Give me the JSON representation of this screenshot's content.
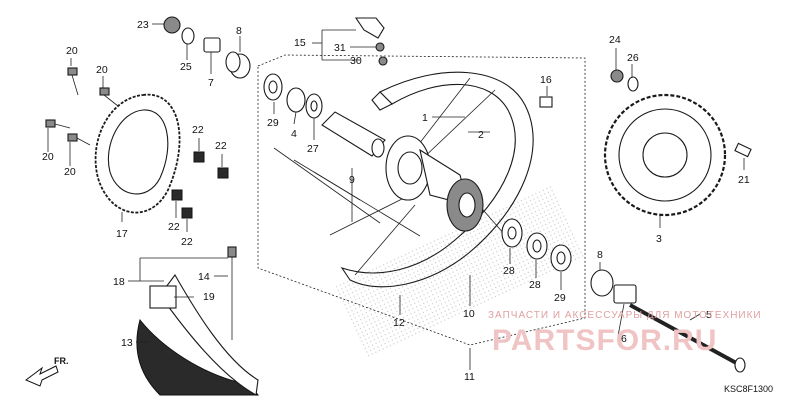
{
  "diagram": {
    "code": "KSC8F1300",
    "direction": "FR.",
    "watermark_line": "ЗАПЧАСТИ И АКСЕССУАРЫ ДЛЯ МОТОТЕХНИКИ",
    "watermark_brand": "PARTSFOR.RU",
    "callouts": [
      "1",
      "2",
      "3",
      "4",
      "5",
      "6",
      "7",
      "8",
      "9",
      "10",
      "11",
      "12",
      "13",
      "14",
      "15",
      "16",
      "17",
      "18",
      "19",
      "20",
      "21",
      "22",
      "23",
      "24",
      "25",
      "26",
      "27",
      "28",
      "29",
      "30",
      "31"
    ],
    "labels": [
      {
        "id": "c23",
        "text": "23"
      },
      {
        "id": "c25",
        "text": "25"
      },
      {
        "id": "c7",
        "text": "7"
      },
      {
        "id": "c8a",
        "text": "8"
      },
      {
        "id": "c15",
        "text": "15"
      },
      {
        "id": "c31",
        "text": "31"
      },
      {
        "id": "c30",
        "text": "30"
      },
      {
        "id": "c20a",
        "text": "20"
      },
      {
        "id": "c20b",
        "text": "20"
      },
      {
        "id": "c20c",
        "text": "20"
      },
      {
        "id": "c20d",
        "text": "20"
      },
      {
        "id": "c17",
        "text": "17"
      },
      {
        "id": "c22a",
        "text": "22"
      },
      {
        "id": "c22b",
        "text": "22"
      },
      {
        "id": "c22c",
        "text": "22"
      },
      {
        "id": "c22d",
        "text": "22"
      },
      {
        "id": "c29a",
        "text": "29"
      },
      {
        "id": "c4",
        "text": "4"
      },
      {
        "id": "c27",
        "text": "27"
      },
      {
        "id": "c9",
        "text": "9"
      },
      {
        "id": "c1",
        "text": "1"
      },
      {
        "id": "c2",
        "text": "2"
      },
      {
        "id": "c16",
        "text": "16"
      },
      {
        "id": "c24",
        "text": "24"
      },
      {
        "id": "c26",
        "text": "26"
      },
      {
        "id": "c21",
        "text": "21"
      },
      {
        "id": "c3",
        "text": "3"
      },
      {
        "id": "c18",
        "text": "18"
      },
      {
        "id": "c19",
        "text": "19"
      },
      {
        "id": "c14",
        "text": "14"
      },
      {
        "id": "c13",
        "text": "13"
      },
      {
        "id": "c12",
        "text": "12"
      },
      {
        "id": "c10",
        "text": "10"
      },
      {
        "id": "c11",
        "text": "11"
      },
      {
        "id": "c28a",
        "text": "28"
      },
      {
        "id": "c28b",
        "text": "28"
      },
      {
        "id": "c29b",
        "text": "29"
      },
      {
        "id": "c8b",
        "text": "8"
      },
      {
        "id": "c5",
        "text": "5"
      },
      {
        "id": "c6",
        "text": "6"
      }
    ]
  }
}
